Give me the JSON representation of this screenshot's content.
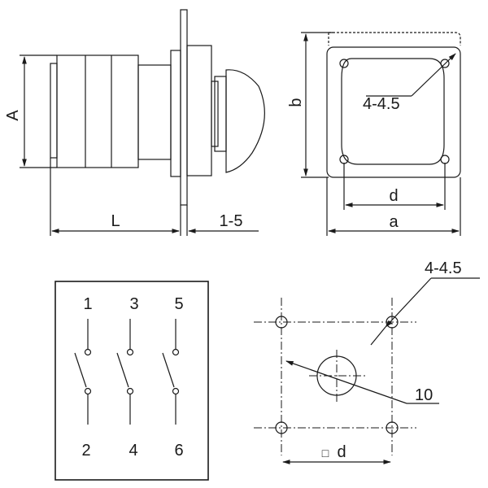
{
  "side_view": {
    "dim_A": "A",
    "dim_L": "L",
    "dim_thickness": "1-5"
  },
  "front_view": {
    "dim_b": "b",
    "dim_a": "a",
    "dim_d": "d",
    "hole_label": "4-4.5"
  },
  "contact_diagram": {
    "top_terminals": [
      "1",
      "3",
      "5"
    ],
    "bottom_terminals": [
      "2",
      "4",
      "6"
    ]
  },
  "panel_cutout": {
    "hole_label": "4-4.5",
    "center_hole_label": "10",
    "square_d_symbol": "□",
    "square_d_label": "d"
  }
}
